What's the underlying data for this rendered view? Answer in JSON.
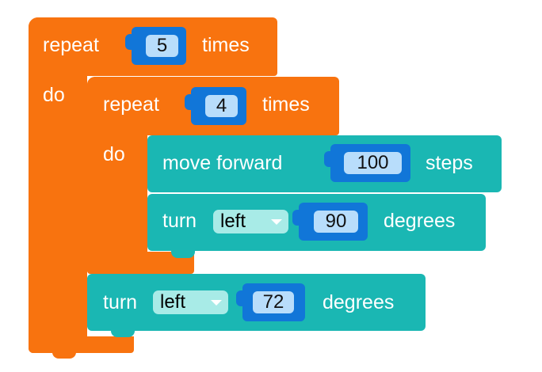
{
  "colors": {
    "loop": "#f8730f",
    "motion": "#1ab7b3",
    "number": "#1176d8",
    "number_field": "#b8ddfb",
    "dropdown_field": "#a8ebe7"
  },
  "outer_repeat": {
    "keyword": "repeat",
    "count": "5",
    "suffix": "times",
    "do_label": "do"
  },
  "inner_repeat": {
    "keyword": "repeat",
    "count": "4",
    "suffix": "times",
    "do_label": "do"
  },
  "move_block": {
    "keyword": "move forward",
    "value": "100",
    "suffix": "steps"
  },
  "turn_inner": {
    "keyword": "turn",
    "direction": "left",
    "value": "90",
    "suffix": "degrees"
  },
  "turn_outer": {
    "keyword": "turn",
    "direction": "left",
    "value": "72",
    "suffix": "degrees"
  }
}
